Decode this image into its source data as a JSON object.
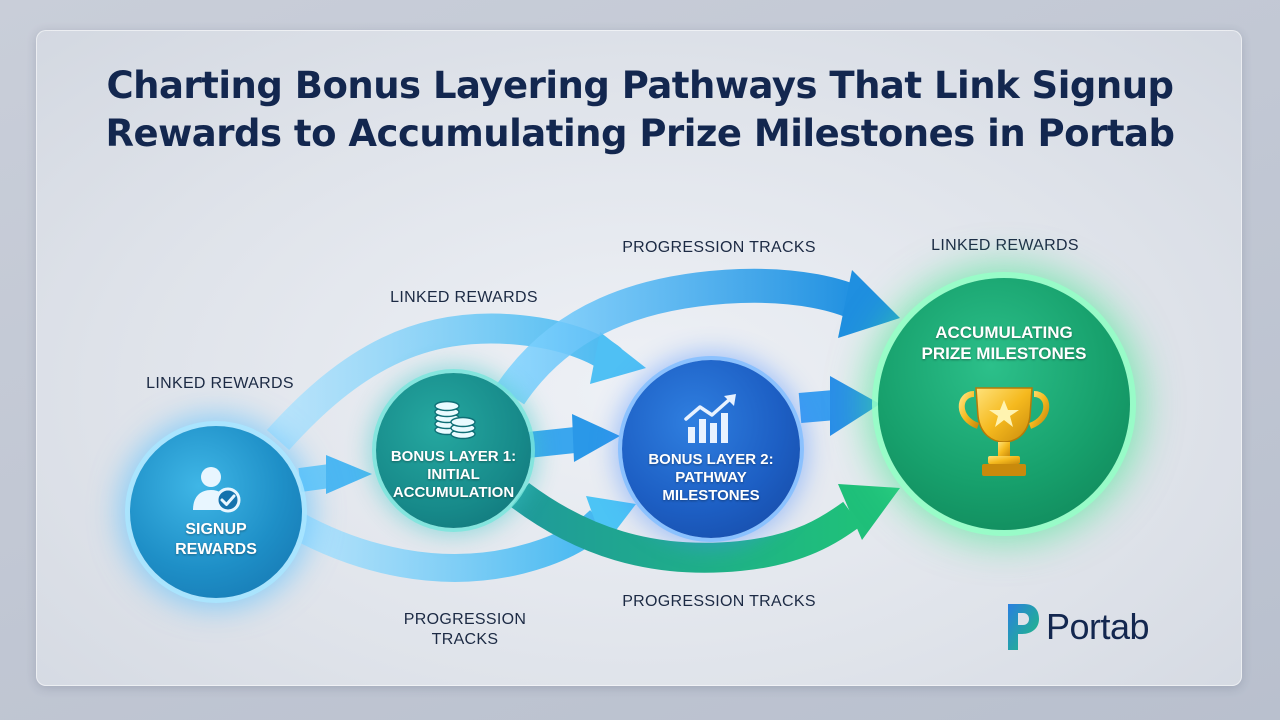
{
  "title": {
    "line1": "Charting Bonus Layering Pathways That Link Signup",
    "line2": "Rewards to Accumulating Prize Milestones in Portab"
  },
  "nodes": {
    "signup": {
      "line1": "SIGNUP",
      "line2": "REWARDS",
      "icon": "user-check-icon"
    },
    "layer1": {
      "line1": "BONUS LAYER 1:",
      "line2": "INITIAL",
      "line3": "ACCUMULATION",
      "icon": "coin-stack-icon"
    },
    "layer2": {
      "line1": "BONUS LAYER 2:",
      "line2": "PATHWAY",
      "line3": "MILESTONES",
      "icon": "growth-chart-icon"
    },
    "prize": {
      "line1": "ACCUMULATING",
      "line2": "PRIZE MILESTONES",
      "icon": "trophy-icon"
    }
  },
  "labels": {
    "linked_left": "LINKED REWARDS",
    "linked_mid": "LINKED REWARDS",
    "linked_right": "LINKED REWARDS",
    "progression_top": "PROGRESSION TRACKS",
    "progression_bottom_right": "PROGRESSION TRACKS",
    "progression_bottom_left_1": "PROGRESSION",
    "progression_bottom_left_2": "TRACKS"
  },
  "brand": {
    "name": "Portab",
    "icon": "portab-logo-icon"
  },
  "colors": {
    "title": "#13274f",
    "signup": "#1e8fc7",
    "layer1": "#178a8a",
    "layer2": "#1d5fc4",
    "prize": "#17a06c",
    "arrow_blue": "#2a9ee8",
    "arrow_green": "#23b878"
  }
}
